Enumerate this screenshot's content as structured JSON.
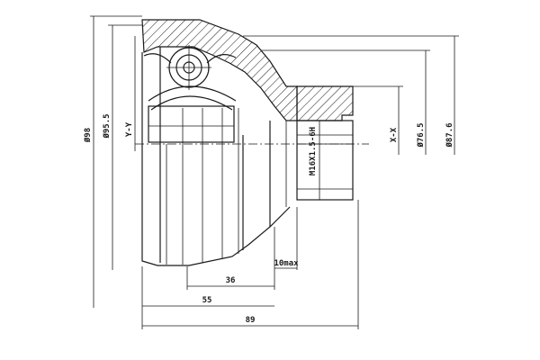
{
  "dimensions": {
    "outer_diameter": "Ø98",
    "bell_diameter": "Ø95.5",
    "shaft_diameter_1": "Ø76.5",
    "shaft_diameter_2": "Ø87.6",
    "thread": "M16X1.5-6H",
    "axis_y": "Y-Y",
    "axis_x": "X-X",
    "len_10max": "10max",
    "len_36": "36",
    "len_55": "55",
    "len_89": "89"
  }
}
